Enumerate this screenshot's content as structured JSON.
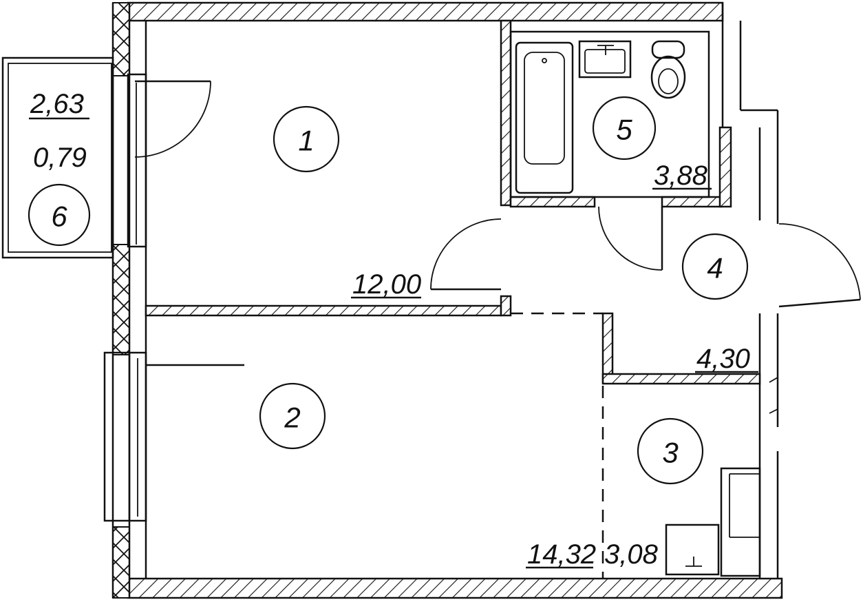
{
  "plan": {
    "rooms": [
      {
        "number": "1",
        "area": "12,00"
      },
      {
        "number": "2",
        "area": "14,32"
      },
      {
        "number": "3",
        "area": "3,08"
      },
      {
        "number": "4",
        "area": "4,30"
      },
      {
        "number": "5",
        "area": "3,88"
      },
      {
        "number": "6",
        "area": "2,63",
        "area_reduced": "0,79"
      }
    ],
    "fixtures": [
      "bathtub-icon",
      "washbasin-icon",
      "toilet-icon",
      "kitchen-sink-icon"
    ]
  }
}
